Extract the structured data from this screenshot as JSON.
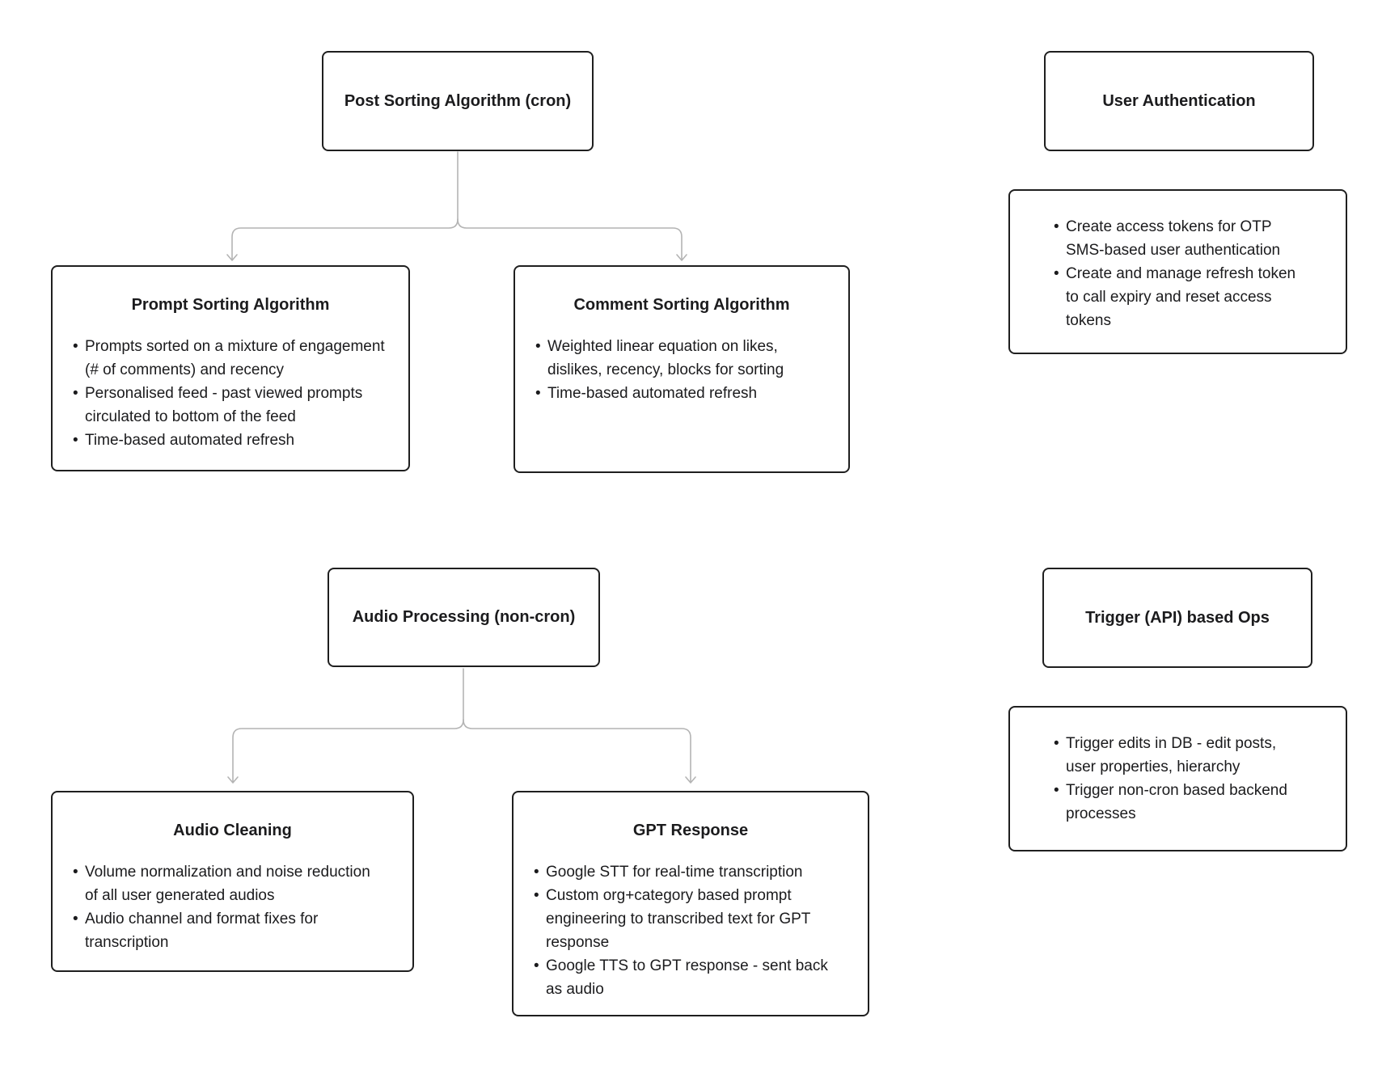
{
  "ui": {
    "bullet_char": "•"
  },
  "colors": {
    "background": "#ffffff",
    "box_border": "#1f1f1f",
    "box_fill": "#ffffff",
    "connector": "#b4b4b4",
    "text": "#1b1b1d"
  },
  "nodes": {
    "post_sorting": {
      "title": "Post Sorting Algorithm (cron)"
    },
    "prompt_sorting": {
      "title": "Prompt Sorting Algorithm",
      "bullets": [
        "Prompts sorted on a mixture of engagement\n(# of comments) and recency",
        "Personalised feed - past viewed prompts\ncirculated to bottom of the feed",
        "Time-based automated refresh"
      ]
    },
    "comment_sorting": {
      "title": "Comment Sorting Algorithm",
      "bullets": [
        "Weighted linear equation on likes,\ndislikes, recency, blocks for sorting",
        "Time-based automated refresh"
      ]
    },
    "user_authentication": {
      "title": "User Authentication"
    },
    "auth_notes": {
      "bullets": [
        "Create access tokens for OTP\nSMS-based user authentication",
        "Create and manage refresh token\nto call expiry and reset access\ntokens"
      ]
    },
    "audio_processing": {
      "title": "Audio Processing (non-cron)"
    },
    "audio_cleaning": {
      "title": "Audio Cleaning",
      "bullets": [
        "Volume normalization and noise reduction\nof all user generated audios",
        "Audio channel and format fixes for\ntranscription"
      ]
    },
    "gpt_response": {
      "title": "GPT Response",
      "bullets": [
        "Google STT for real-time transcription",
        "Custom org+category based prompt\nengineering to transcribed text for GPT\nresponse",
        "Google TTS to GPT response - sent back\nas audio"
      ]
    },
    "trigger_ops": {
      "title": "Trigger (API) based Ops"
    },
    "trigger_notes": {
      "bullets": [
        "Trigger edits in DB - edit posts,\nuser properties, hierarchy",
        "Trigger non-cron based backend\nprocesses"
      ]
    }
  }
}
